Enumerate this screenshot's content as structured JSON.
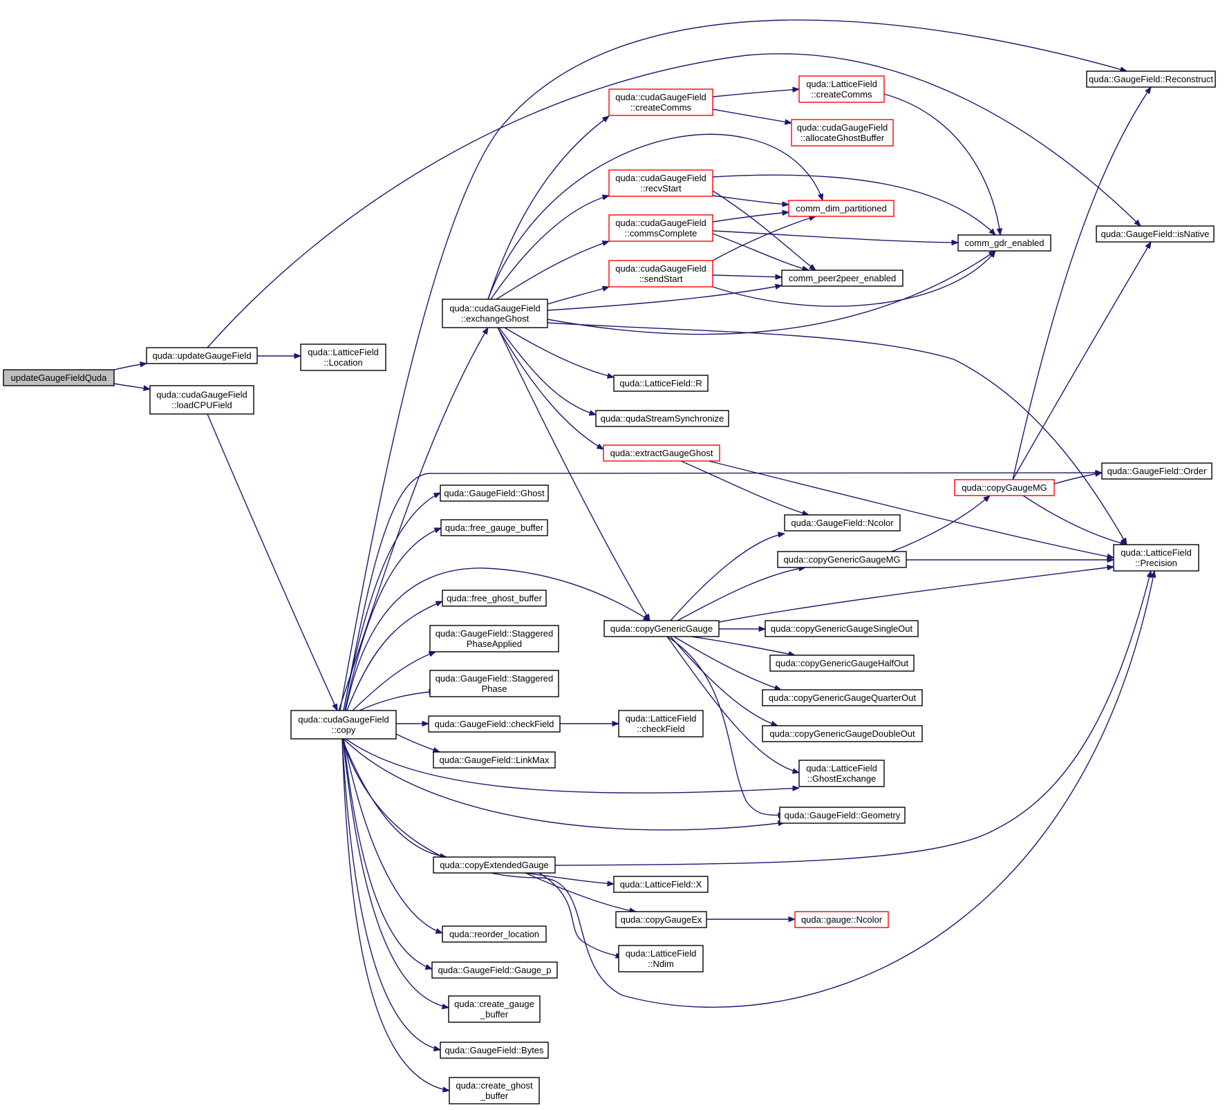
{
  "colors": {
    "edge": "#191970",
    "arrow": "#191970",
    "node_border": "#000000",
    "node_border_truncated": "#ff0000",
    "root_fill": "#bfbfbf",
    "node_fill": "#ffffff"
  },
  "nodes": [
    {
      "id": "root",
      "lines": [
        "updateGaugeFieldQuda"
      ],
      "variant": "root"
    },
    {
      "id": "updGF",
      "lines": [
        "quda::updateGaugeField"
      ],
      "variant": "normal"
    },
    {
      "id": "loadCPU",
      "lines": [
        "quda::cudaGaugeField",
        "::loadCPUField"
      ],
      "variant": "normal"
    },
    {
      "id": "locLF",
      "lines": [
        "quda::LatticeField",
        "::Location"
      ],
      "variant": "normal"
    },
    {
      "id": "copy",
      "lines": [
        "quda::cudaGaugeField",
        "::copy"
      ],
      "variant": "normal"
    },
    {
      "id": "exGhost",
      "lines": [
        "quda::cudaGaugeField",
        "::exchangeGhost"
      ],
      "variant": "normal"
    },
    {
      "id": "createComms",
      "lines": [
        "quda::cudaGaugeField",
        "::createComms"
      ],
      "variant": "truncated"
    },
    {
      "id": "lfCreateComms",
      "lines": [
        "quda::LatticeField",
        "::createComms"
      ],
      "variant": "truncated"
    },
    {
      "id": "allocGhost",
      "lines": [
        "quda::cudaGaugeField",
        "::allocateGhostBuffer"
      ],
      "variant": "truncated"
    },
    {
      "id": "recvStart",
      "lines": [
        "quda::cudaGaugeField",
        "::recvStart"
      ],
      "variant": "truncated"
    },
    {
      "id": "commsComplete",
      "lines": [
        "quda::cudaGaugeField",
        "::commsComplete"
      ],
      "variant": "truncated"
    },
    {
      "id": "sendStart",
      "lines": [
        "quda::cudaGaugeField",
        "::sendStart"
      ],
      "variant": "truncated"
    },
    {
      "id": "commDim",
      "lines": [
        "comm_dim_partitioned"
      ],
      "variant": "truncated"
    },
    {
      "id": "gdr",
      "lines": [
        "comm_gdr_enabled"
      ],
      "variant": "normal"
    },
    {
      "id": "p2p",
      "lines": [
        "comm_peer2peer_enabled"
      ],
      "variant": "normal"
    },
    {
      "id": "lfR",
      "lines": [
        "quda::LatticeField::R"
      ],
      "variant": "normal"
    },
    {
      "id": "streamSync",
      "lines": [
        "quda::qudaStreamSynchronize"
      ],
      "variant": "normal"
    },
    {
      "id": "extractGhost",
      "lines": [
        "quda::extractGaugeGhost"
      ],
      "variant": "truncated"
    },
    {
      "id": "gfReconstruct",
      "lines": [
        "quda::GaugeField::Reconstruct"
      ],
      "variant": "normal"
    },
    {
      "id": "gfIsNative",
      "lines": [
        "quda::GaugeField::isNative"
      ],
      "variant": "normal"
    },
    {
      "id": "gfOrder",
      "lines": [
        "quda::GaugeField::Order"
      ],
      "variant": "normal"
    },
    {
      "id": "lfPrecision",
      "lines": [
        "quda::LatticeField",
        "::Precision"
      ],
      "variant": "normal"
    },
    {
      "id": "copyGaugeMG",
      "lines": [
        "quda::copyGaugeMG"
      ],
      "variant": "truncated"
    },
    {
      "id": "gfNcolor",
      "lines": [
        "quda::GaugeField::Ncolor"
      ],
      "variant": "normal"
    },
    {
      "id": "copyGenMG",
      "lines": [
        "quda::copyGenericGaugeMG"
      ],
      "variant": "normal"
    },
    {
      "id": "copyGen",
      "lines": [
        "quda::copyGenericGauge"
      ],
      "variant": "normal"
    },
    {
      "id": "cgSingle",
      "lines": [
        "quda::copyGenericGaugeSingleOut"
      ],
      "variant": "normal"
    },
    {
      "id": "cgHalf",
      "lines": [
        "quda::copyGenericGaugeHalfOut"
      ],
      "variant": "normal"
    },
    {
      "id": "cgQuarter",
      "lines": [
        "quda::copyGenericGaugeQuarterOut"
      ],
      "variant": "normal"
    },
    {
      "id": "cgDouble",
      "lines": [
        "quda::copyGenericGaugeDoubleOut"
      ],
      "variant": "normal"
    },
    {
      "id": "ghostExch",
      "lines": [
        "quda::LatticeField",
        "::GhostExchange"
      ],
      "variant": "normal"
    },
    {
      "id": "gfGeometry",
      "lines": [
        "quda::GaugeField::Geometry"
      ],
      "variant": "normal"
    },
    {
      "id": "gfGhost",
      "lines": [
        "quda::GaugeField::Ghost"
      ],
      "variant": "normal"
    },
    {
      "id": "freeGauge",
      "lines": [
        "quda::free_gauge_buffer"
      ],
      "variant": "normal"
    },
    {
      "id": "freeGhost",
      "lines": [
        "quda::free_ghost_buffer"
      ],
      "variant": "normal"
    },
    {
      "id": "stagApplied",
      "lines": [
        "quda::GaugeField::Staggered",
        "PhaseApplied"
      ],
      "variant": "normal"
    },
    {
      "id": "stagPhase",
      "lines": [
        "quda::GaugeField::Staggered",
        "Phase"
      ],
      "variant": "normal"
    },
    {
      "id": "gfCheck",
      "lines": [
        "quda::GaugeField::checkField"
      ],
      "variant": "normal"
    },
    {
      "id": "lfCheck",
      "lines": [
        "quda::LatticeField",
        "::checkField"
      ],
      "variant": "normal"
    },
    {
      "id": "gfLinkMax",
      "lines": [
        "quda::GaugeField::LinkMax"
      ],
      "variant": "normal"
    },
    {
      "id": "copyExt",
      "lines": [
        "quda::copyExtendedGauge"
      ],
      "variant": "normal"
    },
    {
      "id": "lfX",
      "lines": [
        "quda::LatticeField::X"
      ],
      "variant": "normal"
    },
    {
      "id": "copyGaugeEx",
      "lines": [
        "quda::copyGaugeEx"
      ],
      "variant": "normal"
    },
    {
      "id": "gaugeNcolor",
      "lines": [
        "quda::gauge::Ncolor"
      ],
      "variant": "truncated"
    },
    {
      "id": "lfNdim",
      "lines": [
        "quda::LatticeField",
        "::Ndim"
      ],
      "variant": "normal"
    },
    {
      "id": "reorder",
      "lines": [
        "quda::reorder_location"
      ],
      "variant": "normal"
    },
    {
      "id": "gaugeP",
      "lines": [
        "quda::GaugeField::Gauge_p"
      ],
      "variant": "normal"
    },
    {
      "id": "createGauge",
      "lines": [
        "quda::create_gauge",
        "_buffer"
      ],
      "variant": "normal"
    },
    {
      "id": "gfBytes",
      "lines": [
        "quda::GaugeField::Bytes"
      ],
      "variant": "normal"
    },
    {
      "id": "createGhost",
      "lines": [
        "quda::create_ghost",
        "_buffer"
      ],
      "variant": "normal"
    }
  ],
  "edges": [
    [
      "root",
      "updGF"
    ],
    [
      "root",
      "loadCPU"
    ],
    [
      "updGF",
      "locLF"
    ],
    [
      "updGF",
      "gfIsNative"
    ],
    [
      "loadCPU",
      "copy"
    ],
    [
      "copy",
      "exGhost"
    ],
    [
      "copy",
      "gfReconstruct"
    ],
    [
      "copy",
      "gfOrder"
    ],
    [
      "copy",
      "gfGhost"
    ],
    [
      "copy",
      "freeGauge"
    ],
    [
      "copy",
      "copyGen"
    ],
    [
      "copy",
      "freeGhost"
    ],
    [
      "copy",
      "stagApplied"
    ],
    [
      "copy",
      "stagPhase"
    ],
    [
      "copy",
      "gfCheck"
    ],
    [
      "copy",
      "gfLinkMax"
    ],
    [
      "copy",
      "ghostExch"
    ],
    [
      "copy",
      "gfGeometry"
    ],
    [
      "copy",
      "copyExt"
    ],
    [
      "copy",
      "reorder"
    ],
    [
      "copy",
      "gaugeP"
    ],
    [
      "copy",
      "createGauge"
    ],
    [
      "copy",
      "gfBytes"
    ],
    [
      "copy",
      "createGhost"
    ],
    [
      "copy",
      "lfPrecision"
    ],
    [
      "exGhost",
      "createComms"
    ],
    [
      "exGhost",
      "commDim"
    ],
    [
      "exGhost",
      "recvStart"
    ],
    [
      "exGhost",
      "commsComplete"
    ],
    [
      "exGhost",
      "sendStart"
    ],
    [
      "exGhost",
      "p2p"
    ],
    [
      "exGhost",
      "gdr"
    ],
    [
      "exGhost",
      "lfR"
    ],
    [
      "exGhost",
      "streamSync"
    ],
    [
      "exGhost",
      "extractGhost"
    ],
    [
      "exGhost",
      "copyGen"
    ],
    [
      "exGhost",
      "lfPrecision"
    ],
    [
      "createComms",
      "lfCreateComms"
    ],
    [
      "createComms",
      "allocGhost"
    ],
    [
      "lfCreateComms",
      "gdr"
    ],
    [
      "recvStart",
      "commDim"
    ],
    [
      "recvStart",
      "gdr"
    ],
    [
      "recvStart",
      "p2p"
    ],
    [
      "commsComplete",
      "commDim"
    ],
    [
      "commsComplete",
      "gdr"
    ],
    [
      "commsComplete",
      "p2p"
    ],
    [
      "sendStart",
      "p2p"
    ],
    [
      "sendStart",
      "commDim"
    ],
    [
      "sendStart",
      "gdr"
    ],
    [
      "extractGhost",
      "gfNcolor"
    ],
    [
      "extractGhost",
      "lfPrecision"
    ],
    [
      "copyGaugeMG",
      "gfReconstruct"
    ],
    [
      "copyGaugeMG",
      "gfIsNative"
    ],
    [
      "copyGaugeMG",
      "gfOrder"
    ],
    [
      "copyGaugeMG",
      "lfPrecision"
    ],
    [
      "copyGenMG",
      "copyGaugeMG"
    ],
    [
      "copyGenMG",
      "lfPrecision"
    ],
    [
      "copyGen",
      "gfNcolor"
    ],
    [
      "copyGen",
      "copyGenMG"
    ],
    [
      "copyGen",
      "lfPrecision"
    ],
    [
      "copyGen",
      "cgSingle"
    ],
    [
      "copyGen",
      "cgHalf"
    ],
    [
      "copyGen",
      "cgQuarter"
    ],
    [
      "copyGen",
      "cgDouble"
    ],
    [
      "copyGen",
      "ghostExch"
    ],
    [
      "copyGen",
      "gfGeometry"
    ],
    [
      "gfCheck",
      "lfCheck"
    ],
    [
      "copyExt",
      "lfPrecision"
    ],
    [
      "copyExt",
      "lfX"
    ],
    [
      "copyExt",
      "copyGaugeEx"
    ],
    [
      "copyExt",
      "lfNdim"
    ],
    [
      "copyGaugeEx",
      "gaugeNcolor"
    ]
  ]
}
